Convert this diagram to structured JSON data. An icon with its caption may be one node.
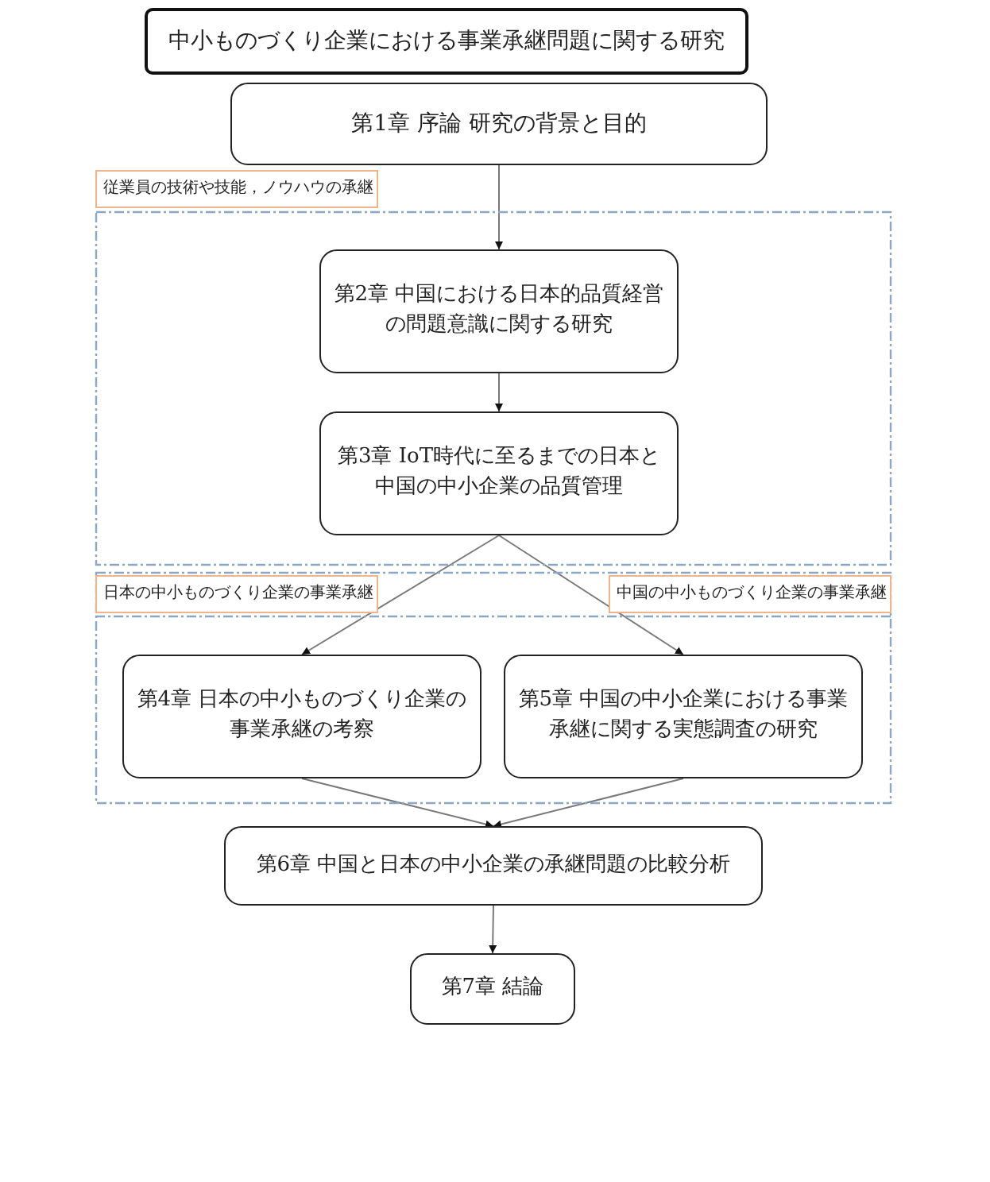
{
  "diagram": {
    "nodes": [
      {
        "text": [
          "中小ものづくり企業における事業承継問題に関する研究"
        ]
      },
      {
        "text": [
          "第1章 序論 研究の背景と目的"
        ]
      },
      {
        "text": [
          "従業員の技術や技能，ノウハウの承継"
        ]
      },
      {
        "text": [
          "第2章 中国における日本的品質経営の問題意識に関する研究"
        ],
        "in": 2
      },
      {
        "text": [
          "第3章 IoT時代に至るまでの日本と中国の中小企業の品質管理"
        ],
        "in": 2
      },
      {
        "text": [
          "日本の中小ものづくり企業の事業承継",
          "中国の中小ものづくり企業の事業承継"
        ]
      },
      {
        "text": [
          "第4章 日本の中小ものづくり企業の事業承継の考察"
        ],
        "in": 5
      },
      {
        "text": [
          "第5章 中国の中小企業における事業承継に関する実態調査の研究"
        ],
        "in": 5
      },
      {
        "text": [
          "第6章 中国と日本の中小企業の承継問題の比較分析"
        ]
      },
      {
        "text": [
          "第7章 結論"
        ]
      }
    ],
    "edges": [
      {
        "from": 1,
        "to": 3,
        "arrow": "to"
      },
      {
        "from": 3,
        "to": 4,
        "arrow": "to"
      },
      {
        "from": 4,
        "to": 6,
        "arrow": "to"
      },
      {
        "from": 4,
        "to": 7,
        "arrow": "to"
      },
      {
        "from": 6,
        "to": 8,
        "arrow": "to"
      },
      {
        "from": 7,
        "to": 8,
        "arrow": "to"
      },
      {
        "from": 8,
        "to": 9,
        "arrow": "to"
      }
    ]
  }
}
